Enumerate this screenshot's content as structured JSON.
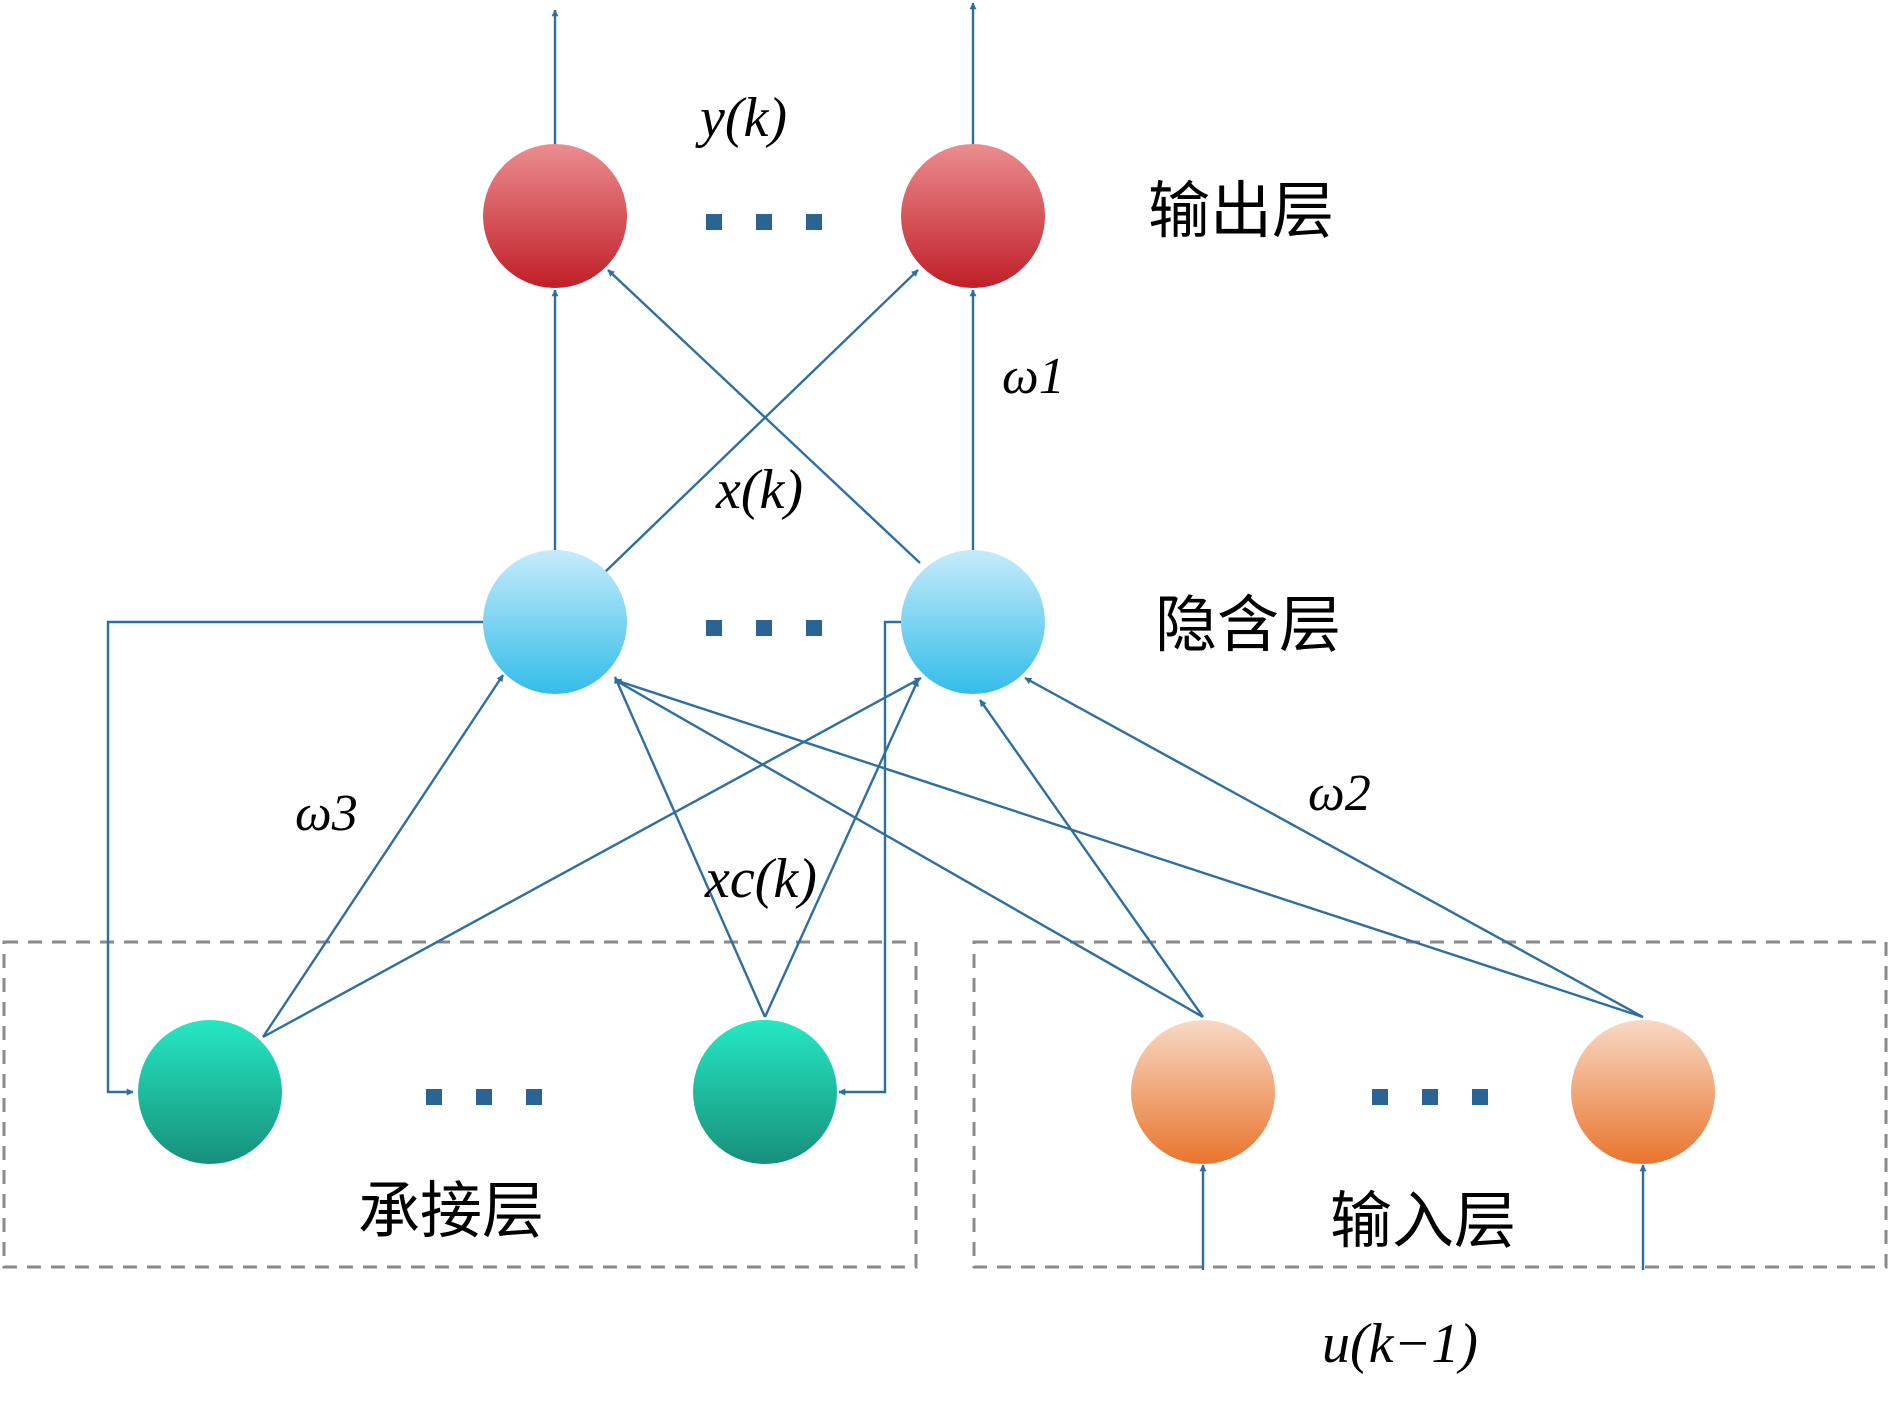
{
  "layers": {
    "output": "输出层",
    "hidden": "隐含层",
    "context": "承接层",
    "input": "输入层"
  },
  "labels": {
    "yk": "y(k)",
    "xk": "x(k)",
    "xck": "xc(k)",
    "uk1": "u(k−1)",
    "w1": "ω1",
    "w2": "ω2",
    "w3": "ω3"
  },
  "ellipsis": "...",
  "colors": {
    "output_node": "#cf3a40",
    "hidden_node": "#5cc6ec",
    "context_node": "#1fb193",
    "input_node": "#ef965a",
    "link": "#2f6f9f",
    "dashed_box": "#8a8a8a"
  }
}
